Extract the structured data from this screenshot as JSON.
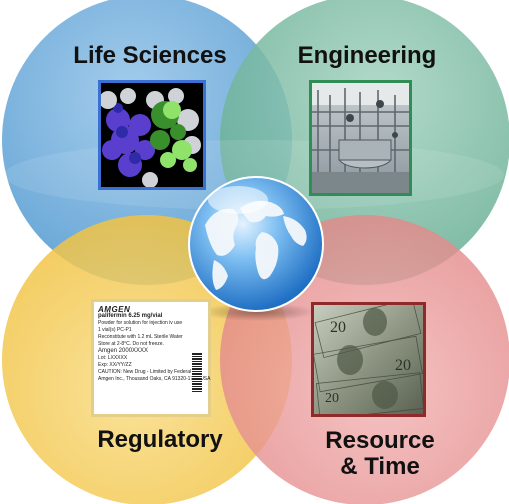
{
  "quadrants": {
    "top_left": {
      "label": "Life Sciences",
      "color": "#5ea3d6",
      "frame_color": "#2a63c4",
      "icon": "protein-structure-icon"
    },
    "top_right": {
      "label": "Engineering",
      "color": "#6bb39a",
      "frame_color": "#2f8d55",
      "icon": "bioreactor-plant-icon"
    },
    "bottom_left": {
      "label": "Regulatory",
      "color": "#f2c64a",
      "frame_color": "#d9b64a",
      "icon": "product-label-icon"
    },
    "bottom_right": {
      "label_line1": "Resource",
      "label_line2": "& Time",
      "color": "#e48c8c",
      "frame_color": "#8f2a2a",
      "icon": "dollar-bills-icon"
    }
  },
  "center": {
    "icon": "globe-icon"
  },
  "product_label": {
    "brand": "AMGEN",
    "lines": [
      "palifermin 6.25 mg/vial",
      "Powder for solution for injection iv use",
      "1 vial(s)   PC-P1",
      "Reconstitute with 1.2 mL Sterile Water",
      "Store at 2-8°C. Do not freeze.",
      "Amgen 2000XXXX",
      "Lot: LXXXXX",
      "Exp: XX/YY/ZZ",
      "CAUTION: New Drug - Limited by Federal Law",
      "Amgen Inc., Thousand Oaks, CA 91320-1799 USA"
    ]
  }
}
